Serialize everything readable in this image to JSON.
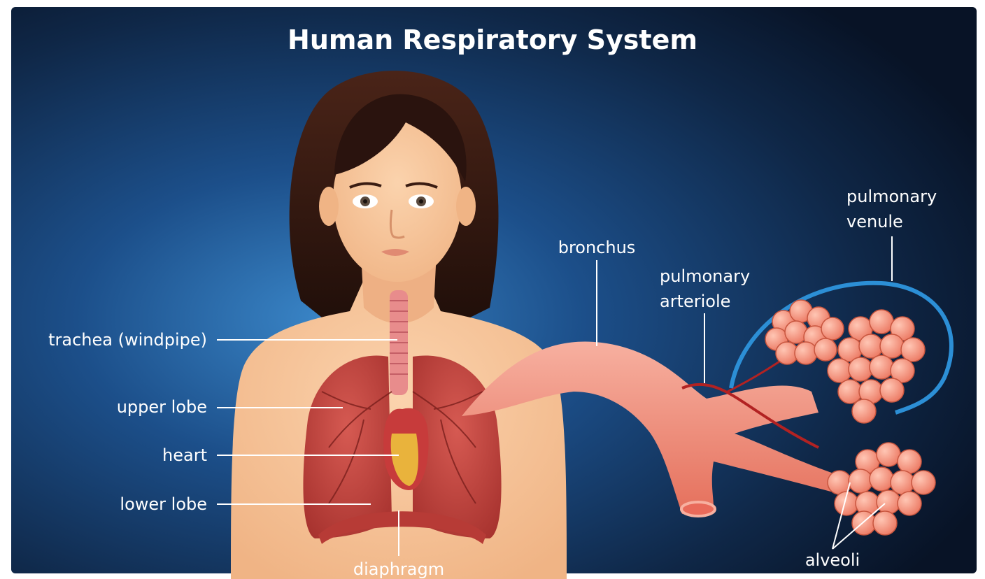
{
  "title": "Human Respiratory System",
  "labels": {
    "trachea": "trachea (windpipe)",
    "upper_lobe": "upper lobe",
    "heart": "heart",
    "lower_lobe": "lower lobe",
    "diaphragm": "diaphragm",
    "bronchus": "bronchus",
    "pulmonary_arteriole_line1": "pulmonary",
    "pulmonary_arteriole_line2": "arteriole",
    "pulmonary_venule_line1": "pulmonary",
    "pulmonary_venule_line2": "venule",
    "alveoli": "alveoli"
  },
  "colors": {
    "background_center": "#2b6fb3",
    "background_edge": "#0a1428",
    "skin": "#f7c49b",
    "lung": "#c6463f",
    "trachea": "#e88c8c",
    "heart": "#e9b33c",
    "bronchus": "#f0907b",
    "alveoli": "#f58f7a",
    "venule": "#2c8fd6",
    "hair": "#2a130e"
  }
}
